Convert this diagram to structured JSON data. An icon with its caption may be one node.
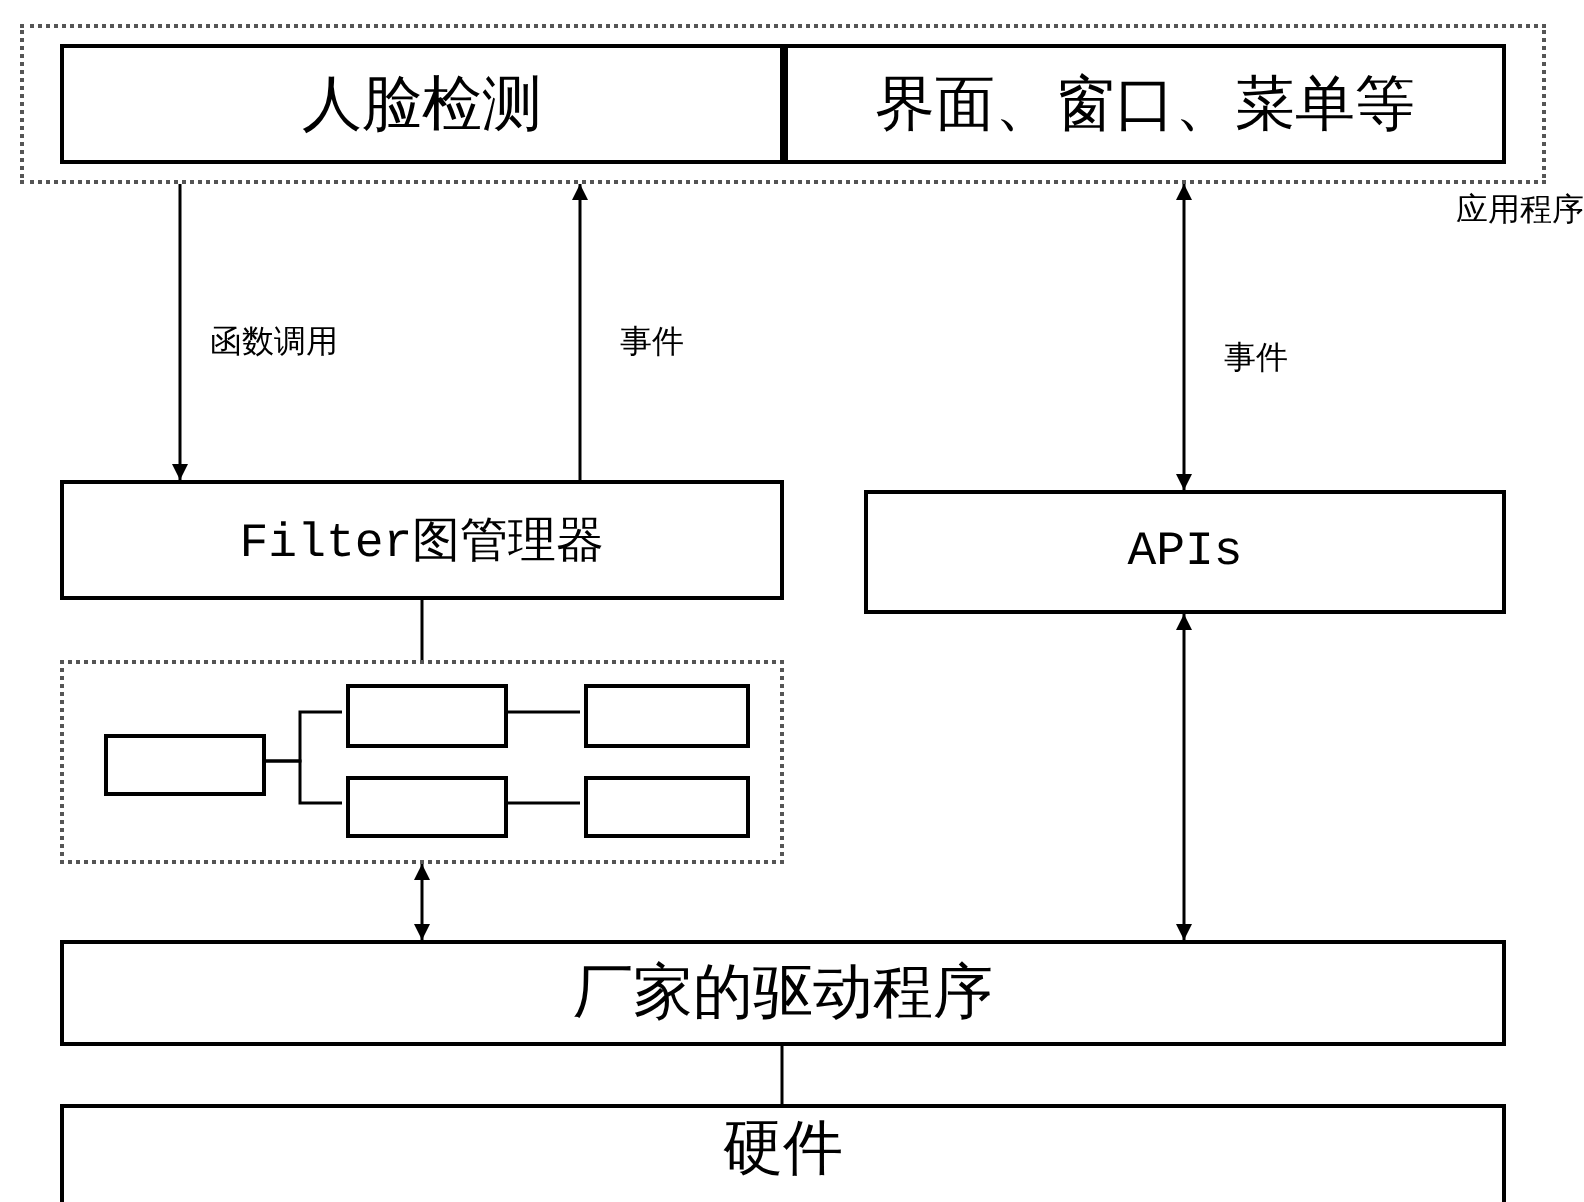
{
  "diagram": {
    "nodes": [
      {
        "text": [
          "应用程序"
        ]
      },
      {
        "text": [
          "人脸检测"
        ],
        "in": 0
      },
      {
        "text": [
          "界面、窗口、菜单等"
        ],
        "in": 0
      },
      {
        "text": [
          "Filter图管理器"
        ]
      },
      {
        "text": [
          "APIs"
        ]
      },
      {
        "text": [],
        "shape": "box"
      },
      {
        "text": [],
        "shape": "box",
        "in": 5
      },
      {
        "text": [],
        "shape": "box",
        "in": 5
      },
      {
        "text": [],
        "shape": "box",
        "in": 5
      },
      {
        "text": [],
        "shape": "box",
        "in": 5
      },
      {
        "text": [],
        "shape": "box",
        "in": 5
      },
      {
        "text": [
          "厂家的驱动程序"
        ]
      },
      {
        "text": [
          "硬件"
        ]
      }
    ],
    "edges": [
      {
        "from": 0,
        "to": 3,
        "arrow": "to",
        "label": "函数调用"
      },
      {
        "from": 3,
        "to": 0,
        "arrow": "to",
        "label": "事件"
      },
      {
        "from": 0,
        "to": 4,
        "arrow": "both",
        "label": "事件"
      },
      {
        "from": 3,
        "to": 5,
        "arrow": "none"
      },
      {
        "from": 6,
        "to": 7,
        "arrow": "none"
      },
      {
        "from": 6,
        "to": 8,
        "arrow": "none"
      },
      {
        "from": 7,
        "to": 9,
        "arrow": "none"
      },
      {
        "from": 8,
        "to": 10,
        "arrow": "none"
      },
      {
        "from": 5,
        "to": 11,
        "arrow": "both"
      },
      {
        "from": 4,
        "to": 11,
        "arrow": "both"
      },
      {
        "from": 11,
        "to": 12,
        "arrow": "none"
      }
    ]
  }
}
